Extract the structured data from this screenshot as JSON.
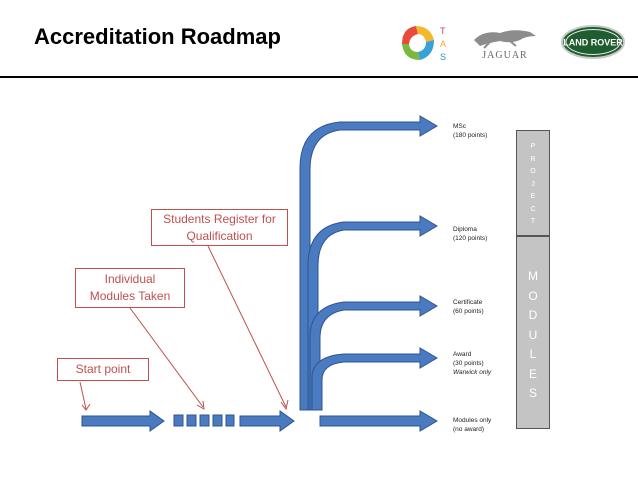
{
  "header": {
    "title": "Accreditation Roadmap"
  },
  "logos": {
    "tas_text": [
      "T",
      "A",
      "S"
    ],
    "jaguar_text": "JAGUAR",
    "landrover_text": "LAND ROVER"
  },
  "callouts": {
    "start": "Start point",
    "modules_taken": [
      "Individual",
      "Modules Taken"
    ],
    "register": [
      "Students Register for",
      "Qualification"
    ]
  },
  "outcomes": {
    "msc": {
      "name": "MSc",
      "points": "(180 points)"
    },
    "diploma": {
      "name": "Diploma",
      "points": "(120 points)"
    },
    "certificate": {
      "name": "Certificate",
      "points": "(60 points)"
    },
    "award": {
      "name": "Award",
      "points": "(30 points)",
      "note": "Warwick only"
    },
    "modules_only": {
      "name": "Modules only",
      "points": "(no award)"
    }
  },
  "side_bars": {
    "project_letters": [
      "P",
      "R",
      "O",
      "J",
      "E",
      "C",
      "T"
    ],
    "modules_letters": [
      "M",
      "O",
      "D",
      "U",
      "L",
      "E",
      "S"
    ]
  },
  "colors": {
    "arrow_fill": "#4a7bc0",
    "arrow_stroke": "#2f5590",
    "callout_border": "#c0504d",
    "bar": "#c4c4c4"
  }
}
